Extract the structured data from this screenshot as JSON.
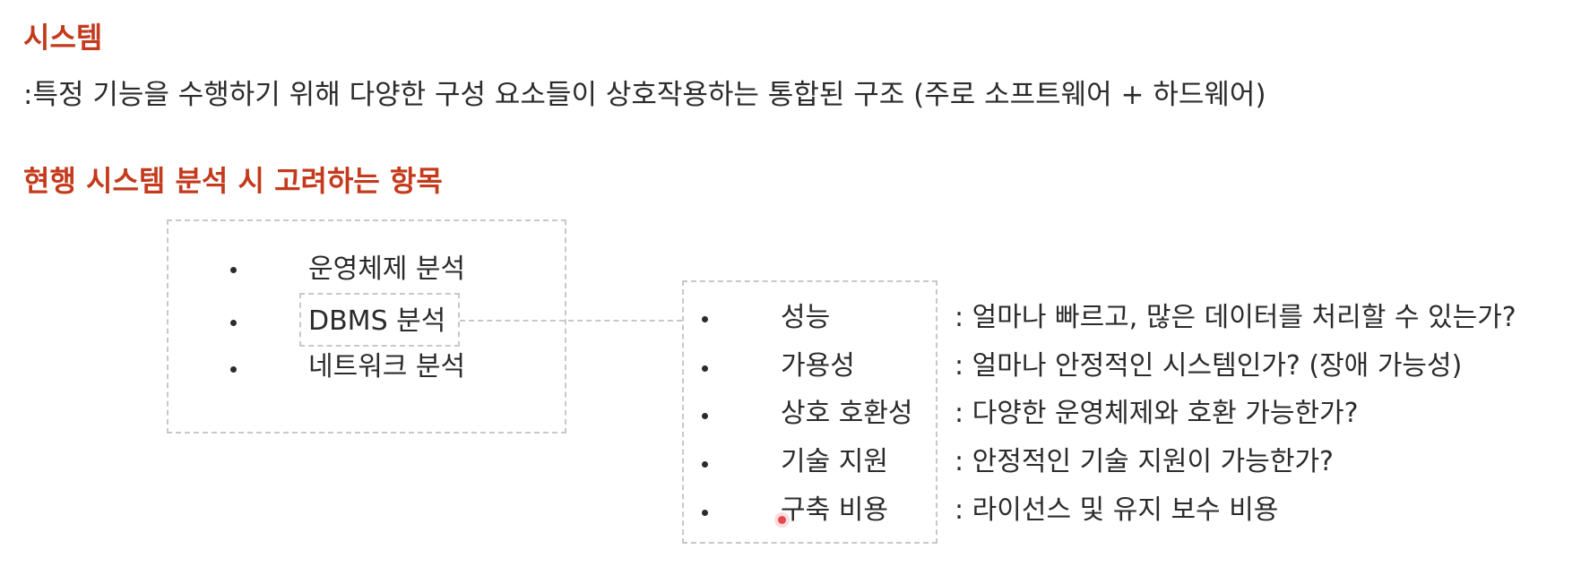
{
  "section1": {
    "title": "시스템",
    "definition": ":특정 기능을 수행하기 위해 다양한 구성 요소들이 상호작용하는 통합된 구조 (주로 소프트웨어 + 하드웨어)"
  },
  "section2": {
    "title": "현행 시스템 분석 시 고려하는 항목"
  },
  "analysis_items": [
    "운영체제 분석",
    "DBMS 분석",
    "네트워크 분석"
  ],
  "dbms_criteria": [
    {
      "label": "성능",
      "desc": ": 얼마나 빠르고, 많은 데이터를 처리할 수 있는가?"
    },
    {
      "label": "가용성",
      "desc": ": 얼마나 안정적인 시스템인가? (장애 가능성)"
    },
    {
      "label": "상호 호환성",
      "desc": ": 다양한 운영체제와 호환 가능한가?"
    },
    {
      "label": "기술 지원",
      "desc": ": 안정적인 기술 지원이 가능한가?"
    },
    {
      "label": "구축 비용",
      "desc": ": 라이선스 및 유지 보수 비용"
    }
  ],
  "colors": {
    "heading": "#c43a1c",
    "body_text": "#2b2b2b",
    "dashed_border": "#c8c8c8",
    "cursor": "#e5484d"
  }
}
